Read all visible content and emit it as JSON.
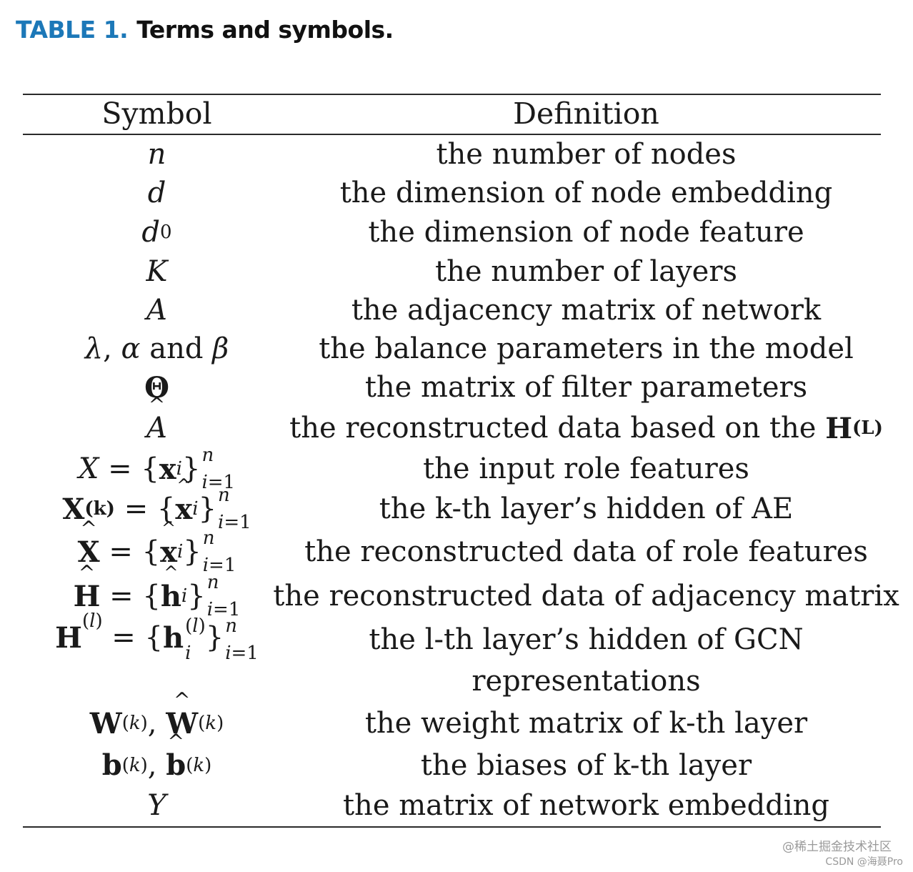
{
  "caption": {
    "label": "TABLE 1.",
    "title": "Terms and symbols."
  },
  "headers": {
    "symbol": "Symbol",
    "definition": "Definition"
  },
  "rows": [
    {
      "definition": "the number of nodes"
    },
    {
      "definition": "the dimension of node embedding"
    },
    {
      "definition": "the dimension of node feature"
    },
    {
      "definition": "the number of layers"
    },
    {
      "definition": "the adjacency matrix of network"
    },
    {
      "definition": "the balance parameters in the model"
    },
    {
      "definition": "the matrix of filter parameters"
    },
    {
      "definition": "the reconstructed data based on the"
    },
    {
      "definition": "the input role features"
    },
    {
      "definition": "the k-th layer’s hidden of AE"
    },
    {
      "definition": "the reconstructed data of role features"
    },
    {
      "definition": "the reconstructed data of adjacency matrix"
    },
    {
      "definition": "the l-th layer’s hidden of GCN",
      "definition_line2": "representations"
    },
    {
      "definition": "the weight matrix of k-th layer"
    },
    {
      "definition": "the biases of k-th layer"
    },
    {
      "definition": "the matrix of network embedding"
    }
  ],
  "watermark": {
    "line1": "@稀土掘金技术社区",
    "line2": "CSDN @海聂Pro"
  }
}
